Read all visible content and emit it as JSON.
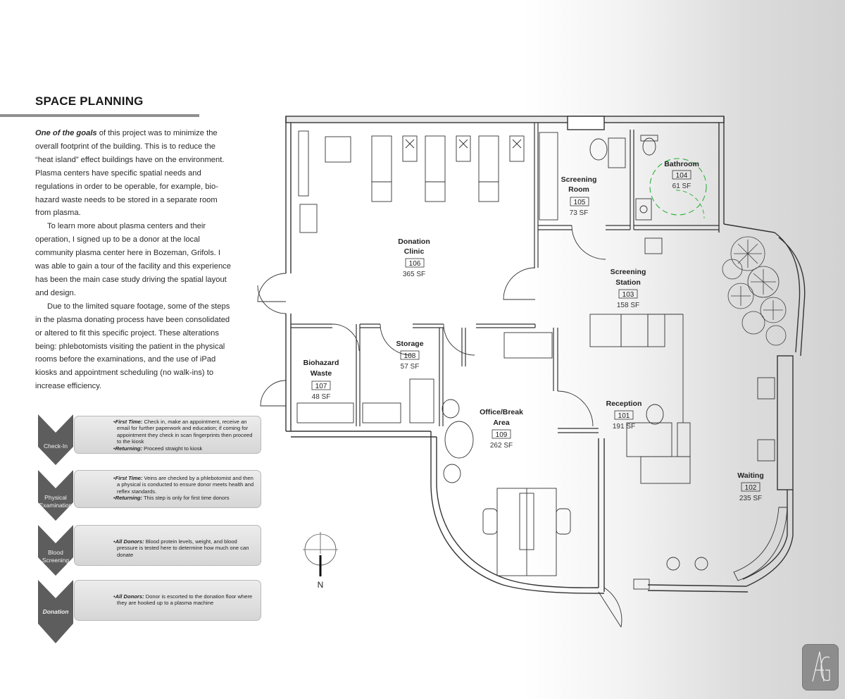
{
  "page": {
    "heading": "SPACE PLANNING",
    "intro": {
      "lead": "One of the goals",
      "p1_rest": " of this project was to minimize the overall footprint of the building. This is to reduce the “heat island” effect buildings have on the environment. Plasma centers have specific spatial needs and regulations in order to be operable, for example, bio-hazard waste needs to be stored in a separate room from plasma.",
      "p2": "To learn more about plasma centers and their operation, I signed up to be a donor at the local community plasma center here in Bozeman, Grifols. I was able to gain a tour of the facility and this experience has been the main case study driving the spatial layout and design.",
      "p3": "Due to the limited square footage, some of the steps in the plasma donating process have been consolidated or altered to fit this specific project. These alterations being: phlebotomists visiting the patient in the physical rooms before the examinations, and the use of iPad kiosks and appointment scheduling (no walk-ins) to increase efficiency."
    }
  },
  "process": [
    {
      "label": "Check-In",
      "items": [
        {
          "bold": "First Time:",
          "text": " Check in, make an appointment, receive an email for further paperwork and education; if coming for appointment they check in scan fingerprints then proceed to the kiosk"
        },
        {
          "bold": "Returning:",
          "text": " Proceed straight to kiosk"
        }
      ]
    },
    {
      "label": "Physical Examination",
      "items": [
        {
          "bold": "First Time:",
          "text": " Veins are checked by a phlebotomist and then a physical is conducted to ensure donor meets health and reflex standards."
        },
        {
          "bold": "Returning:",
          "text": " This step is only for first time donors"
        }
      ]
    },
    {
      "label": "Blood Screening",
      "items": [
        {
          "bold": "All Donors:",
          "text": " Blood protein levels, weight, and blood pressure is tested here to determine how much one can donate"
        }
      ]
    },
    {
      "label": "Donation",
      "items": [
        {
          "bold": "All Donors:",
          "text": " Donor is escorted to the donation floor where they are hooked up to a plasma machine"
        }
      ]
    }
  ],
  "rooms": [
    {
      "name1": "Donation",
      "name2": "Clinic",
      "number": "106",
      "area": "365 SF"
    },
    {
      "name1": "Screening",
      "name2": "Room",
      "number": "105",
      "area": "73 SF"
    },
    {
      "name1": "Bathroom",
      "name2": "",
      "number": "104",
      "area": "61 SF"
    },
    {
      "name1": "Screening",
      "name2": "Station",
      "number": "103",
      "area": "158 SF"
    },
    {
      "name1": "Biohazard",
      "name2": "Waste",
      "number": "107",
      "area": "48 SF"
    },
    {
      "name1": "Storage",
      "name2": "",
      "number": "108",
      "area": "57 SF"
    },
    {
      "name1": "Office/Break",
      "name2": "Area",
      "number": "109",
      "area": "262 SF"
    },
    {
      "name1": "Reception",
      "name2": "",
      "number": "101",
      "area": "191 SF"
    },
    {
      "name1": "Waiting",
      "name2": "",
      "number": "102",
      "area": "235 SF"
    }
  ],
  "compass": {
    "label": "N"
  },
  "colors": {
    "wall": "#333333",
    "chevron": "#5d5d5d",
    "plant": "#3f3f3f",
    "accent_dash": "#2bb03a",
    "logo": "#8d8d8d"
  },
  "logo": {
    "icon": "ag-monogram-logo",
    "text": "AG"
  }
}
